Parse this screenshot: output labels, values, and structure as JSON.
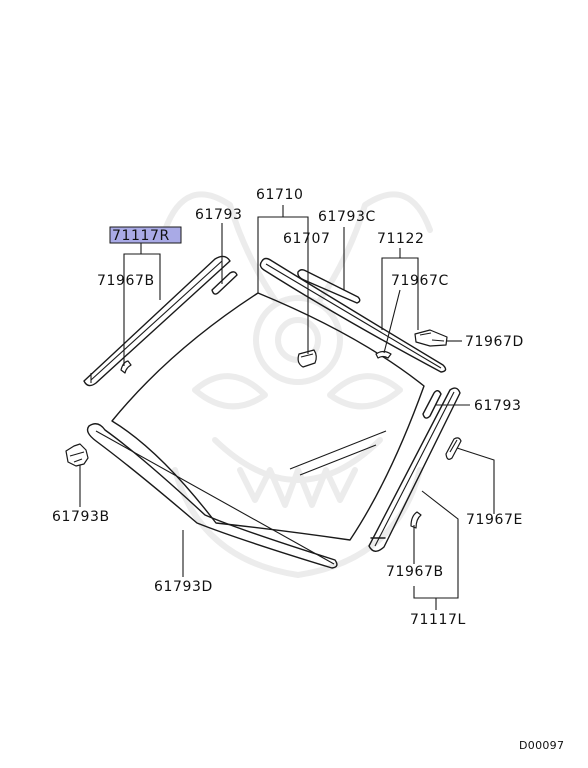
{
  "colors": {
    "highlight": "#a9aae6",
    "line": "#1a1a1a",
    "watermark": "#ececec"
  },
  "labels": {
    "p61710": "61710",
    "p61793_top": "61793",
    "p61793c": "61793C",
    "p61707": "61707",
    "p71122": "71122",
    "p71117r": "71117R",
    "p71967b_left": "71967B",
    "p71967c": "71967C",
    "p71967d": "71967D",
    "p61793_right": "61793",
    "p61793b": "61793B",
    "p71967e": "71967E",
    "p71967b_right": "71967B",
    "p61793d": "61793D",
    "p71117l": "71117L"
  },
  "diagram_code": "D00097"
}
